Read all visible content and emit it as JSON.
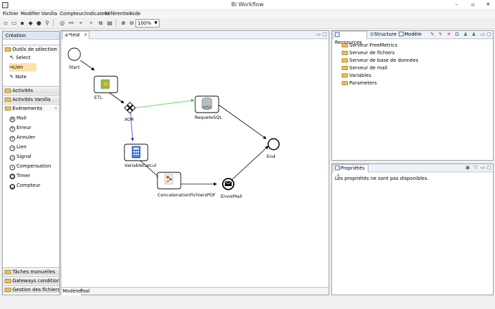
{
  "window": {
    "title": "Bi Workflow",
    "min": "–",
    "max": "▫",
    "close": "✕"
  },
  "menu": [
    "Fichier",
    "Modifier",
    "Vanilla",
    "Compteur/indicateur",
    "Référentiel",
    "Aide"
  ],
  "toolbar": {
    "zoom": "100%"
  },
  "palette": {
    "header": "Création",
    "tools_drawer": "Outils de sélection",
    "tools": [
      "Select",
      "Lien",
      "Note"
    ],
    "drawers": [
      "Activités",
      "Activités Vanilla"
    ],
    "events_drawer": "Evénements",
    "events": [
      "Mail",
      "Erreur",
      "Annuler",
      "Lien",
      "Signal",
      "Compensation",
      "Timer",
      "Compteur"
    ],
    "bottom_drawers": [
      "Tâches manuelles",
      "Gateways conditions...",
      "Gestion des fichiers"
    ]
  },
  "editor": {
    "tab": "*test",
    "bottom_tabs": [
      "Modèle",
      "Pool"
    ],
    "nodes": {
      "start": "Start",
      "etl": "ETL",
      "xor": "XOR",
      "requete": "RequeteSQL",
      "end": "End",
      "variable": "VariableCalcul",
      "concat": "ConcatenationFichiersPDF",
      "envoi": "EnvoiMail"
    }
  },
  "resources": {
    "tabs": [
      "Ressources",
      "Structure",
      "Modèle"
    ],
    "items": [
      "Serveur FreeMetrics",
      "Serveur de fichiers",
      "Serveur de base de données",
      "Serveur de mail",
      "Variables",
      "Parameters"
    ]
  },
  "properties": {
    "tab": "Propriétés",
    "message": "Les propriétés ne sont pas disponibles."
  },
  "colors": {
    "xor_to_requete": "#2fcc2f",
    "xor_to_variable": "#3333cc",
    "accent": "#dce6f4"
  }
}
